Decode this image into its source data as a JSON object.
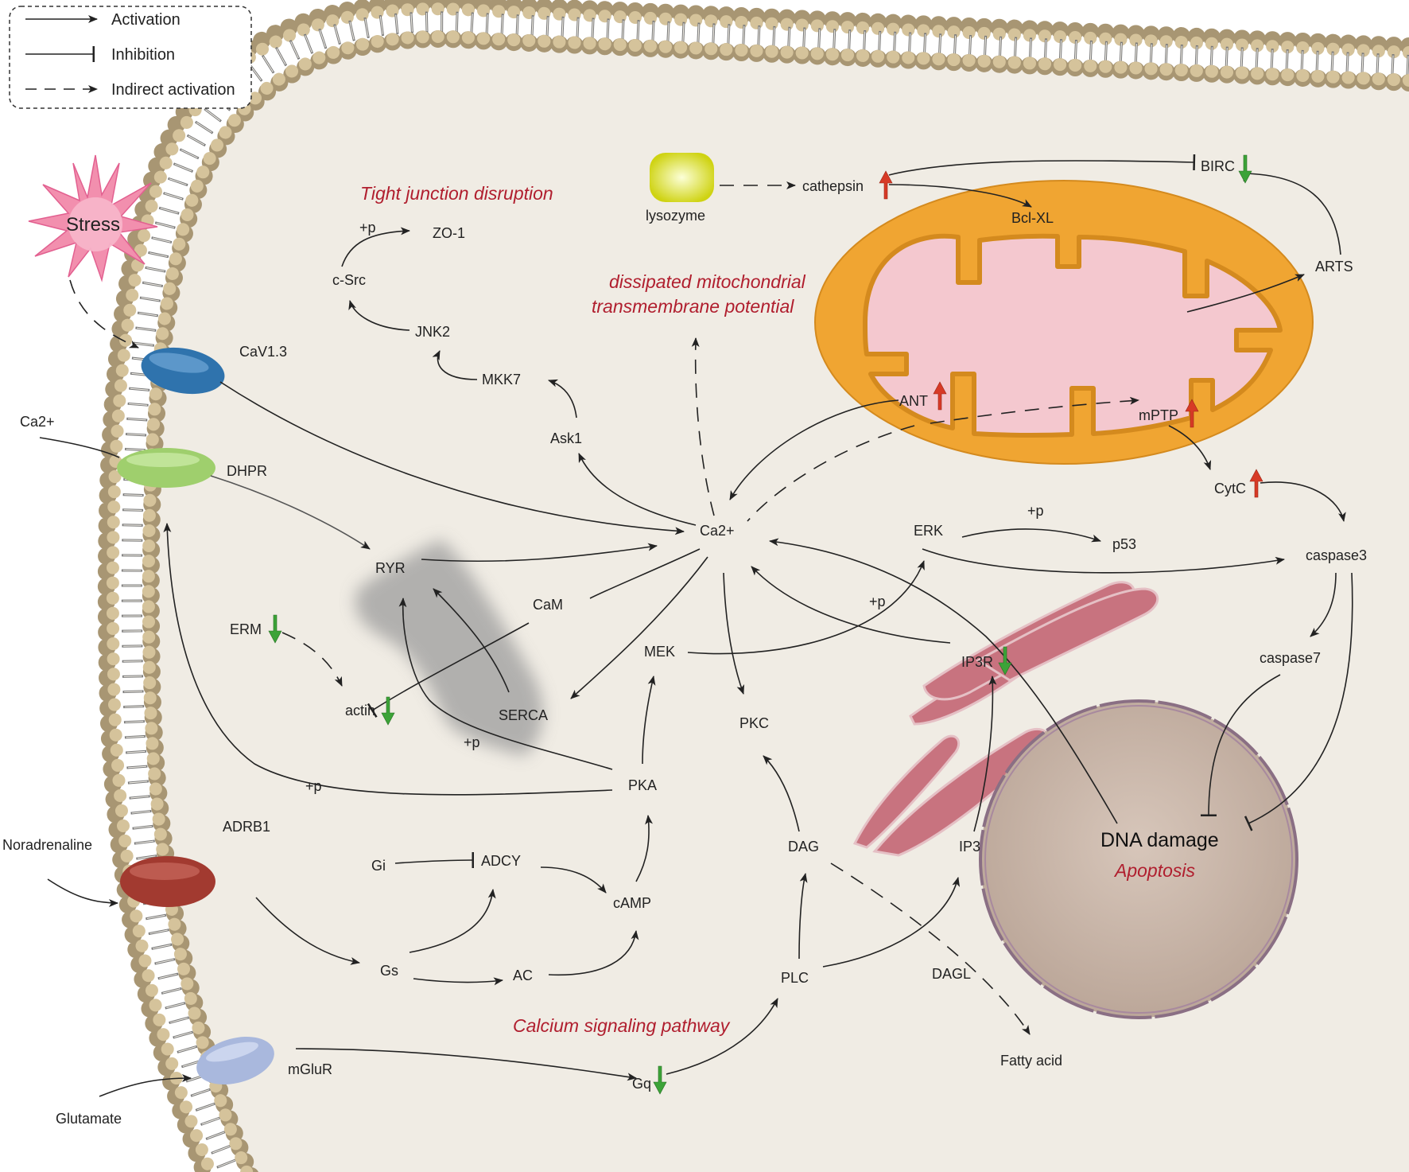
{
  "legend": {
    "activation": "Activation",
    "inhibition": "Inhibition",
    "indirect": "Indirect activation"
  },
  "titles": {
    "tight_junction": "Tight junction disruption",
    "mito_potential_1": "dissipated mitochondrial",
    "mito_potential_2": "transmembrane potential",
    "calcium_pathway": "Calcium signaling pathway",
    "apoptosis": "Apoptosis",
    "dna_damage": "DNA damage"
  },
  "labels": {
    "stress": "Stress",
    "cav13": "CaV1.3",
    "ca2_ext": "Ca2+",
    "dhpr": "DHPR",
    "adrb1": "ADRB1",
    "noradrenaline": "Noradrenaline",
    "mglur": "mGluR",
    "glutamate": "Glutamate",
    "zo1": "ZO-1",
    "csrc": "c-Src",
    "jnk2": "JNK2",
    "mkk7": "MKK7",
    "ask1": "Ask1",
    "plus_p": "+p",
    "lysozyme": "lysozyme",
    "cathepsin": "cathepsin",
    "birc": "BIRC",
    "bclxl": "Bcl-XL",
    "arts": "ARTS",
    "ant": "ANT",
    "mptp": "mPTP",
    "cytc": "CytC",
    "ca2_center": "Ca2+",
    "ryr": "RYR",
    "cam": "CaM",
    "erm": "ERM",
    "actin": "actin",
    "serca": "SERCA",
    "mek": "MEK",
    "pkc": "PKC",
    "erk": "ERK",
    "p53": "p53",
    "caspase3": "caspase3",
    "caspase7": "caspase7",
    "ip3r": "IP3R",
    "pka": "PKA",
    "gi": "Gi",
    "adcy": "ADCY",
    "camp": "cAMP",
    "gs": "Gs",
    "ac": "AC",
    "dag": "DAG",
    "ip3": "IP3",
    "plc": "PLC",
    "dagl": "DAGL",
    "fatty_acid": "Fatty acid",
    "gq": "Gq"
  },
  "colors": {
    "cytoplasm": "#f0ece4",
    "head": "#d5c39b",
    "cav13": "#2f73ad",
    "dhpr": "#9fcf6d",
    "adrb1": "#a23a30",
    "mglur": "#a9b8dd",
    "mito_outer": "#f0a532",
    "mito_inner": "#f4c8cf",
    "er": "#c8737f",
    "nucleus": "#c6b3a6",
    "red_text": "#b01e2e",
    "up_arrow": "#d73a26",
    "down_arrow": "#3ca338",
    "lysozyme": "#dce21e"
  }
}
